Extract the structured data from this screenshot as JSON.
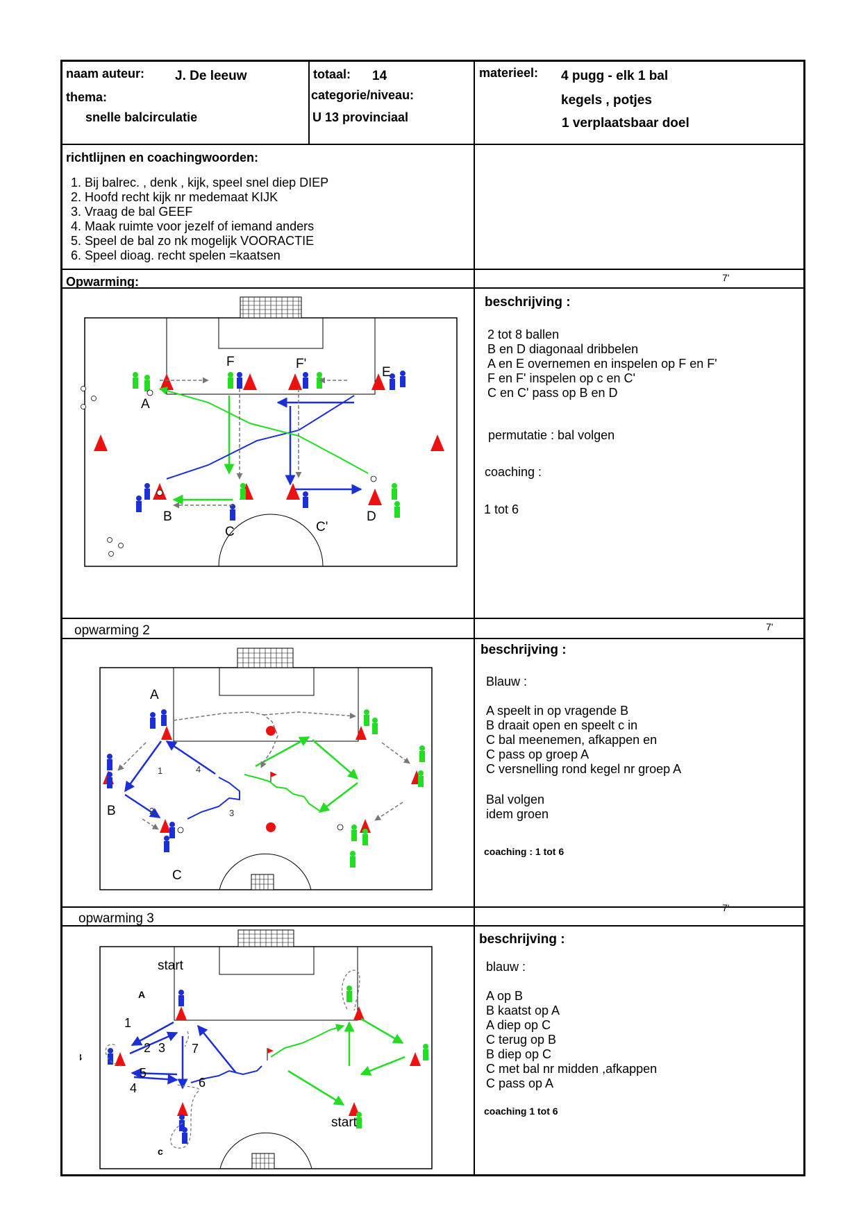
{
  "header": {
    "author_label": "naam auteur:",
    "author_value": "J. De leeuw",
    "theme_label": "thema:",
    "theme_value": "snelle balcirculatie",
    "total_label": "totaal:",
    "total_value": "14",
    "category_label": "categorie/niveau:",
    "category_value": "U 13 provinciaal",
    "material_label": "materieel:",
    "material_items": [
      "4 pugg - elk 1 bal",
      "kegels , potjes",
      "1 verplaatsbaar doel"
    ]
  },
  "guidelines": {
    "title": "richtlijnen en coachingwoorden:",
    "items": [
      "1. Bij balrec. , denk , kijk, speel snel diep DIEP",
      "2. Hoofd recht kijk nr medemaat     KIJK",
      "3. Vraag de bal   GEEF",
      "4. Maak ruimte voor jezelf of iemand anders",
      "5. Speel de bal zo nk mogelijk  VOORACTIE",
      "6. Speel dioag. recht spelen =kaatsen"
    ]
  },
  "sections": [
    {
      "title": "Opwarming:",
      "time": "7'",
      "desc_title": "beschrijving :",
      "lines": [
        "2 tot 8  ballen",
        "B en D diagonaal dribbelen",
        "A en E overnemen en inspelen op F en F'",
        "F en F' inspelen op c en C'",
        "C en C' pass op B en D"
      ],
      "permutation": "permutatie : bal volgen",
      "coaching_title": "coaching :",
      "coaching_value": "1 tot 6",
      "labels": {
        "A": "A",
        "B": "B",
        "C": "C",
        "C2": "C'",
        "D": "D",
        "E": "E",
        "F": "F",
        "F2": "F'"
      }
    },
    {
      "title": "opwarming 2",
      "time": "7'",
      "desc_title": "beschrijving :",
      "team": "Blauw :",
      "lines": [
        "A speelt in op vragende B",
        "B draait open en speelt c in",
        "C bal meenemen, afkappen en",
        "C pass op groep A",
        "C versnelling rond kegel nr groep A"
      ],
      "follow": [
        "Bal volgen",
        "idem groen"
      ],
      "coaching": "coaching : 1 tot 6",
      "labels": {
        "A": "A",
        "B": "B",
        "C": "C",
        "n1": "1",
        "n2": "2",
        "n3": "3",
        "n4": "4"
      }
    },
    {
      "title": "opwarming 3",
      "time": "7'",
      "desc_title": "beschrijving :",
      "team": "blauw :",
      "lines": [
        "A op B",
        "B kaatst op A",
        "A diep op C",
        "C terug op B",
        "B diep op C",
        "C met bal nr midden ,afkappen",
        "C pass op A"
      ],
      "coaching": "coaching 1 tot 6",
      "labels": {
        "start": "start",
        "A": "A",
        "B": "B",
        "C": "c",
        "n1": "1",
        "n2": "2",
        "n3": "3",
        "n4": "4",
        "n5": "5",
        "n6": "6",
        "n7": "7"
      }
    }
  ],
  "colors": {
    "blue": "#1a2fd6",
    "green": "#22dd22",
    "cone": "#ee1111",
    "line": "#000000"
  }
}
